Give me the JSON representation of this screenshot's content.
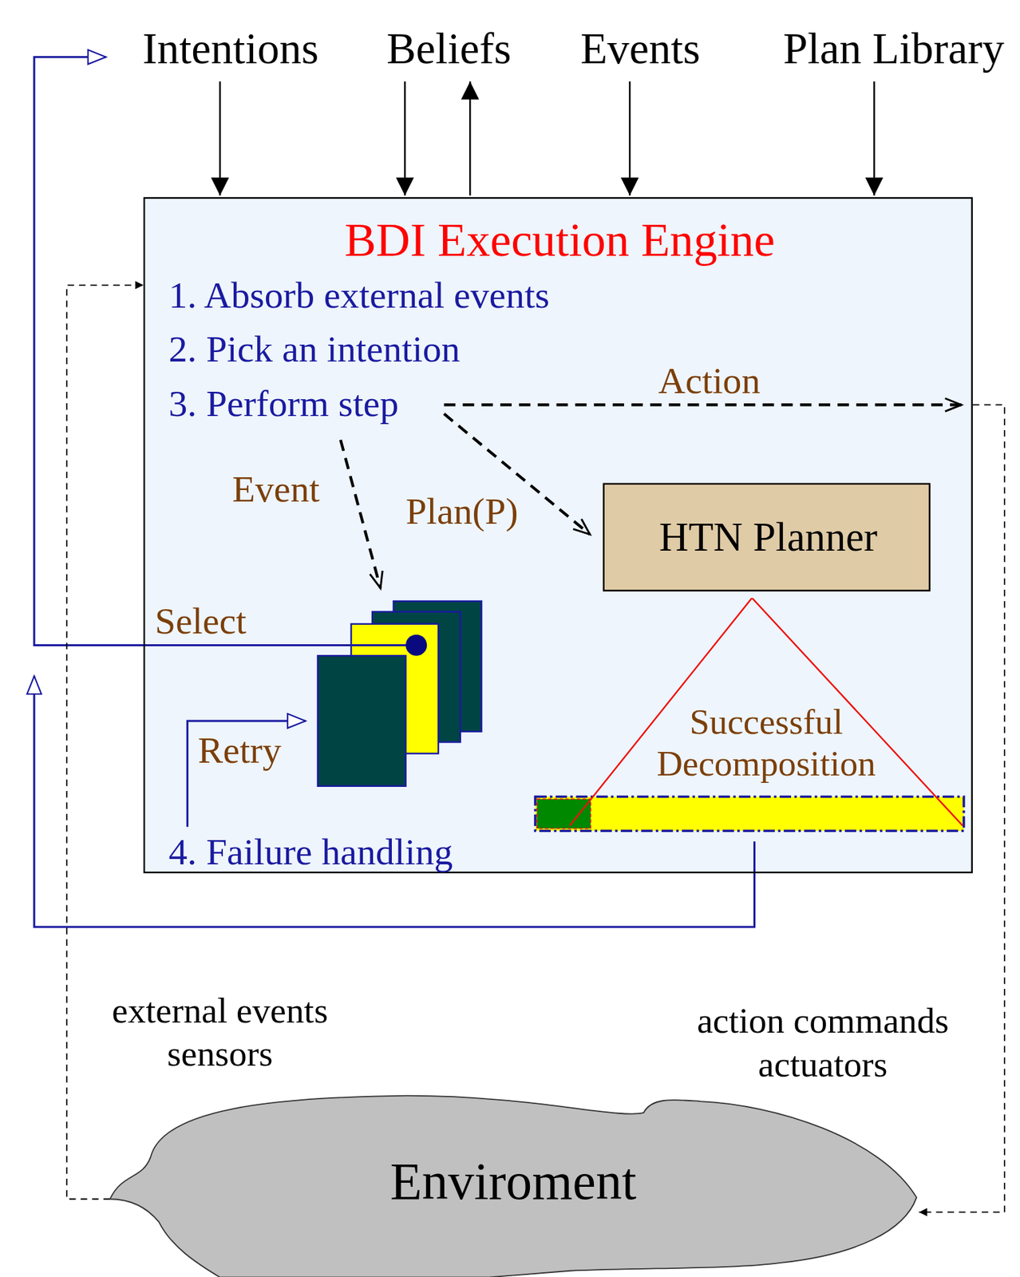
{
  "diagram": {
    "nodes": [
      {
        "text": [
          "BDI Execution Engine",
          "1. Absorb external events",
          "2. Pick an intention",
          "3. Perform step",
          "4. Failure handling"
        ]
      },
      {
        "text": [
          "HTN Planner"
        ],
        "in": 0
      },
      {
        "text": [
          "Successful Decomposition"
        ],
        "in": 0
      },
      {
        "text": [
          "Enviroment"
        ]
      }
    ],
    "edges": [
      {
        "from": 0,
        "to": 3,
        "label": "action commands actuators",
        "arrow": "to"
      },
      {
        "from": 3,
        "to": 0,
        "label": "external events sensors",
        "arrow": "to"
      }
    ],
    "labels": [
      "Intentions",
      "Beliefs",
      "Events",
      "Plan Library",
      "Action",
      "Event",
      "Plan(P)",
      "Select",
      "Retry"
    ]
  }
}
